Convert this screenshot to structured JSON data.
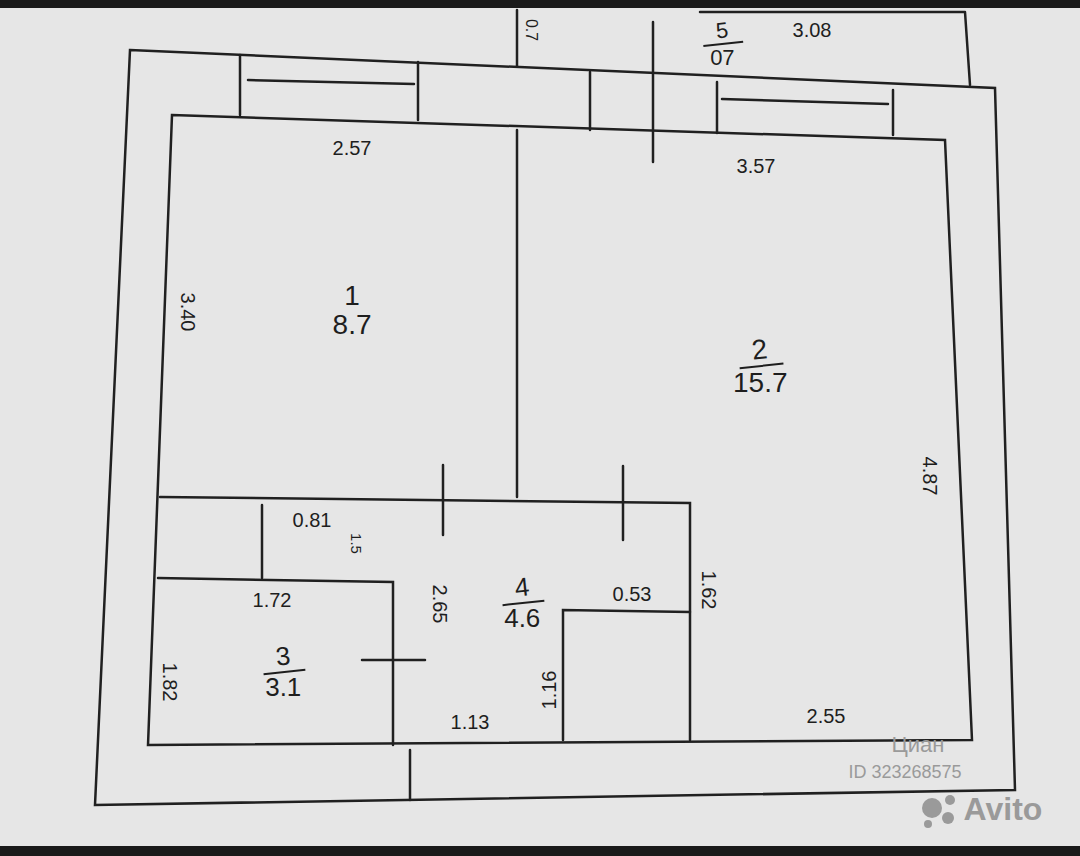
{
  "diagram": {
    "nodes": [
      {
        "text": [
          "1",
          "8.7"
        ]
      },
      {
        "text": [
          "2",
          "15.7"
        ]
      },
      {
        "text": [
          "3",
          "3.1"
        ]
      },
      {
        "text": [
          "4",
          "4.6"
        ]
      },
      {
        "text": [
          "5",
          "07"
        ]
      }
    ],
    "labels": [
      "2.57",
      "3.57",
      "3.40",
      "4.87",
      "0.81",
      "1.5",
      "1.72",
      "1.82",
      "2.65",
      "0.53",
      "1.62",
      "1.16",
      "1.13",
      "2.55",
      "3.08",
      "0.7",
      "Циан",
      "ID 323268575",
      "Avito"
    ]
  }
}
